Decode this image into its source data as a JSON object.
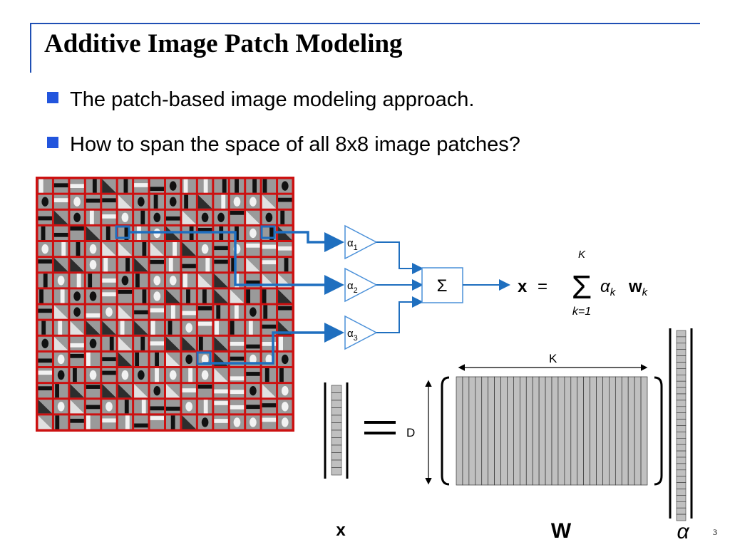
{
  "slide": {
    "title": "Additive Image Patch Modeling",
    "bullets": [
      "The patch-based image modeling approach.",
      "How to span the space of all 8x8 image patches?"
    ],
    "page_number": "3"
  },
  "diagram": {
    "alpha_labels": [
      "α1",
      "α2",
      "α3"
    ],
    "alpha_symbol": "α",
    "alpha_subscripts": [
      "1",
      "2",
      "3"
    ],
    "sum_symbol": "Σ",
    "equation": {
      "lhs": "x",
      "equals": "=",
      "sum_upper": "K",
      "sum_lower": "k=1",
      "term": "α",
      "term_sub": "k",
      "basis": "w",
      "basis_sub": "k"
    },
    "matrix_labels": {
      "k_dim": "K",
      "d_dim": "D",
      "x_label": "x",
      "w_label": "W",
      "alpha_label": "α"
    },
    "colors": {
      "grid_border": "#cc1111",
      "arrows": "#1f6fbf",
      "triangles": "#4a90d9",
      "accent": "#2255dd"
    }
  }
}
